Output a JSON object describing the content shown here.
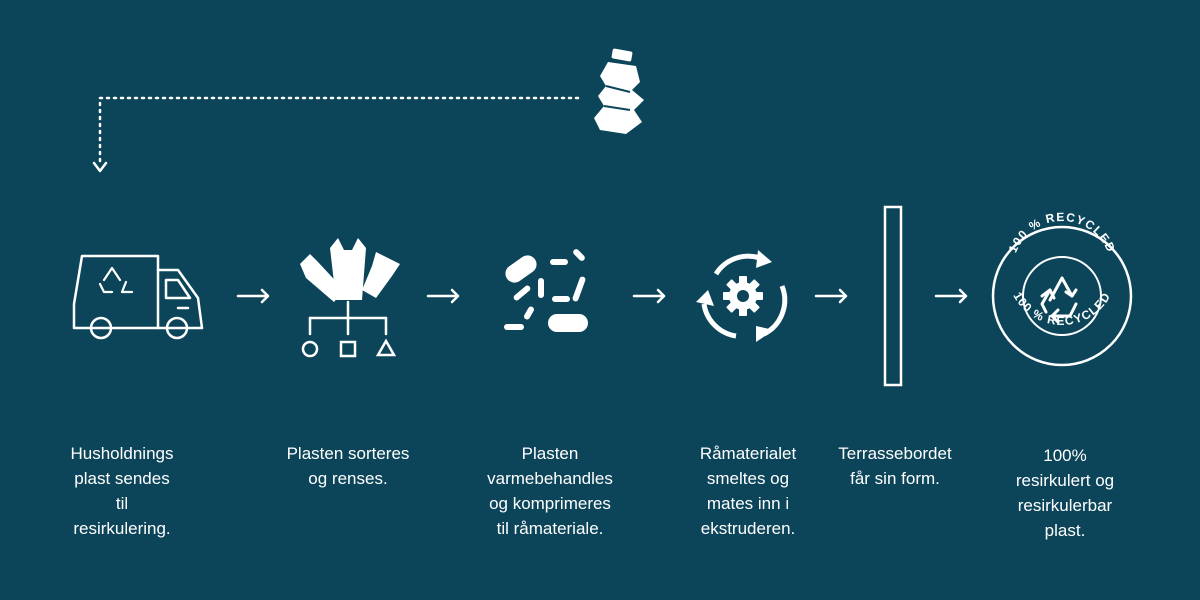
{
  "colors": {
    "background": "#0c4559",
    "foreground": "#ffffff"
  },
  "loop": {
    "icon": "crushed-bottle-icon",
    "connector": "dotted-return-arrow"
  },
  "steps": [
    {
      "icon": "recycling-truck-icon",
      "caption": "Husholdnings\nplast sendes\ntil\nresirkulering."
    },
    {
      "icon": "sorting-icon",
      "caption": "Plasten sorteres\nog renses."
    },
    {
      "icon": "plastic-pieces-icon",
      "caption": "Plasten\nvarmebehandles\nog komprimeres\ntil råmateriale."
    },
    {
      "icon": "gear-cycle-icon",
      "caption": "Råmaterialet\nsmeltes og\nmates inn i\nekstruderen."
    },
    {
      "icon": "board-profile-icon",
      "caption": "Terrassebordet\nfår sin form."
    },
    {
      "icon": "recycled-badge-icon",
      "caption": "100%\nresirkulert og\nresirkulerbar\nplast."
    }
  ],
  "badge": {
    "ring_text_top": "100 % RECYCLED",
    "ring_text_bottom": "100 % RECYCLED"
  }
}
